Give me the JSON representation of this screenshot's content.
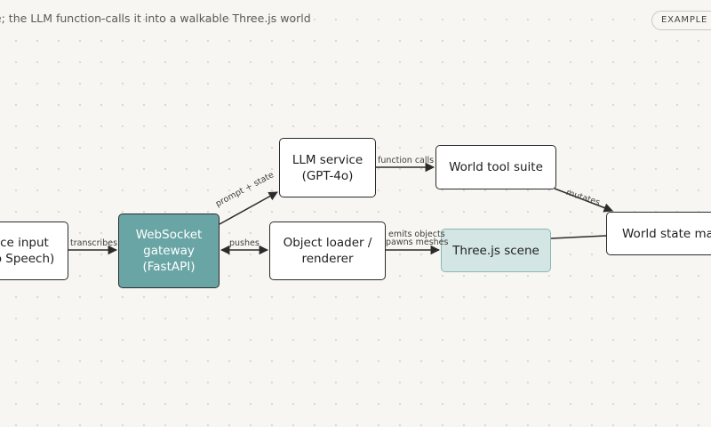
{
  "header": {
    "subtitle": "ne; the LLM function-calls it into a walkable Three.js world",
    "badge": "EXAMPLE S"
  },
  "nodes": {
    "voice_input": "ce input\no Speech)",
    "websocket_gateway": "WebSocket\ngateway\n(FastAPI)",
    "llm_service": "LLM service\n(GPT-4o)",
    "object_loader": "Object loader /\nrenderer",
    "world_tool_suite": "World tool suite",
    "threejs_scene": "Three.js scene",
    "world_state_manager": "World state man"
  },
  "edges": {
    "transcribes": "transcribes",
    "prompt_state": "prompt + state",
    "pushes": "pushes",
    "function_calls": "function calls",
    "mutates": "mutates",
    "emits_objects": "emits objects",
    "spawns_meshes": "pawns meshes"
  },
  "colors": {
    "gateway_fill": "#6aa5a6",
    "scene_fill": "#d3e6e4",
    "edge": "#2b2b2b"
  }
}
